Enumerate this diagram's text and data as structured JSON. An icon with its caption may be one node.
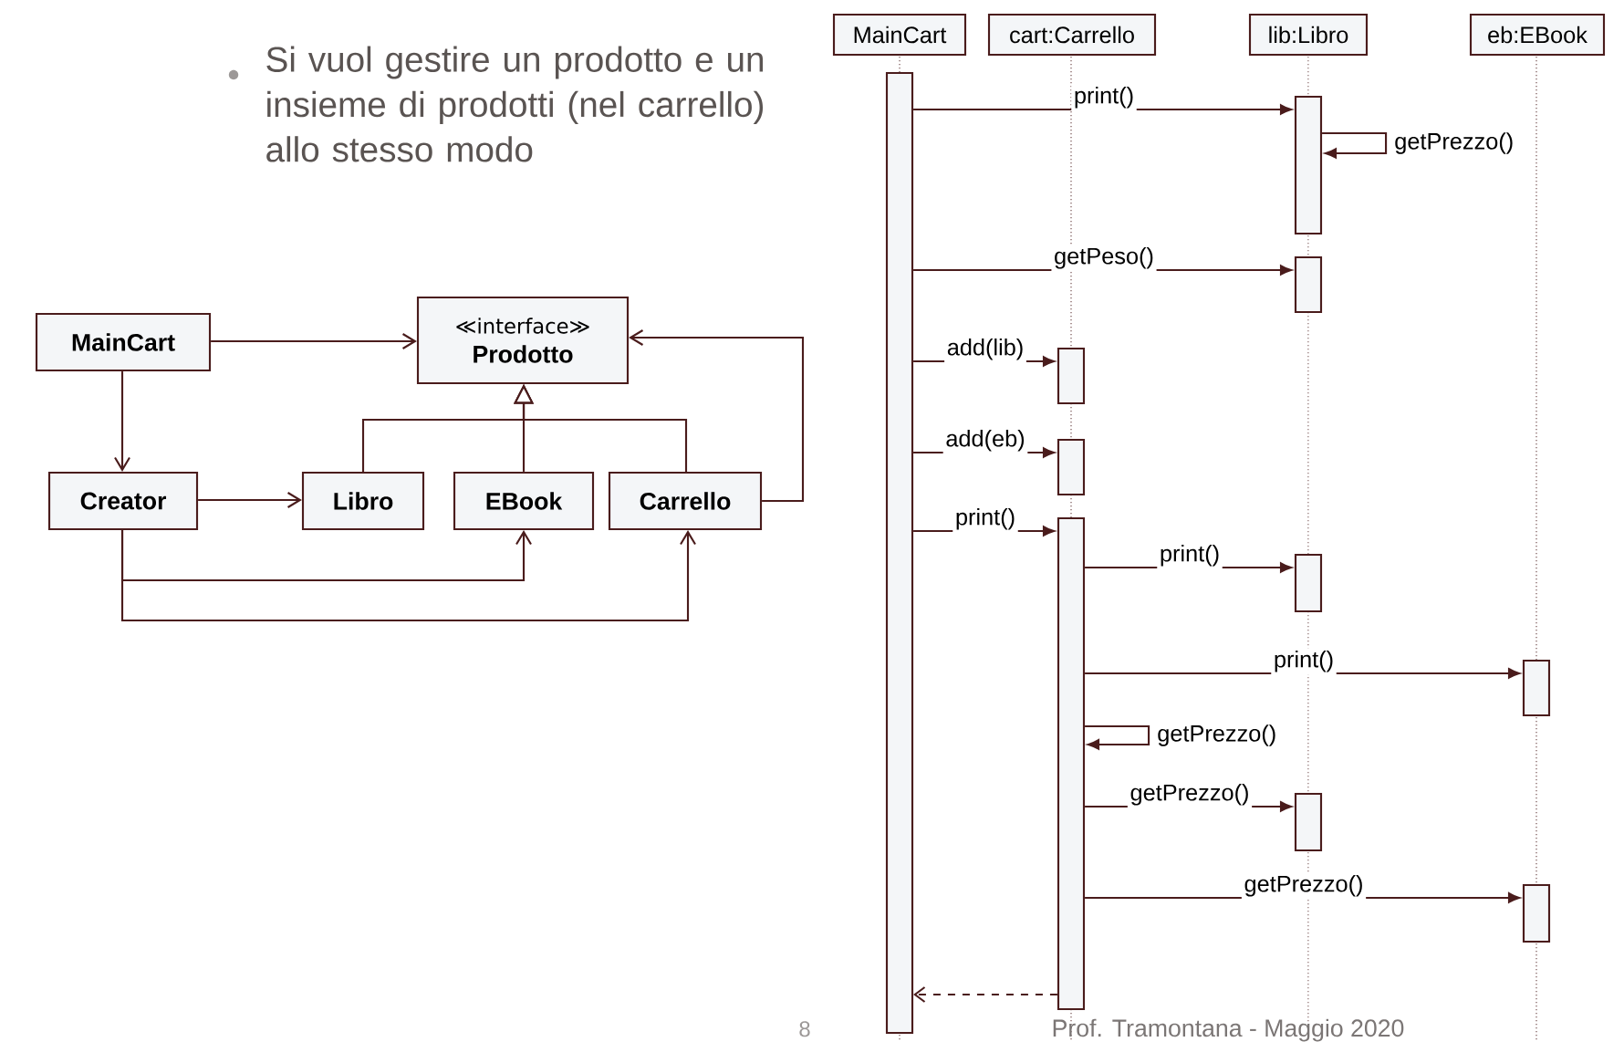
{
  "diagram": {
    "nodes": [
      {
        "text": [
          "MainCart"
        ]
      },
      {
        "text": [
          "≪interface≫",
          "Prodotto"
        ]
      },
      {
        "text": [
          "Creator"
        ]
      },
      {
        "text": [
          "Libro"
        ]
      },
      {
        "text": [
          "EBook"
        ]
      },
      {
        "text": [
          "Carrello"
        ]
      },
      {
        "text": [
          "MainCart"
        ]
      },
      {
        "text": [
          "cart:Carrello"
        ]
      },
      {
        "text": [
          "lib:Libro"
        ]
      },
      {
        "text": [
          "eb:EBook"
        ]
      },
      {
        "text": [],
        "shape": "bar"
      },
      {
        "text": [],
        "shape": "bar"
      },
      {
        "text": [],
        "shape": "bar"
      },
      {
        "text": [],
        "shape": "bar"
      },
      {
        "text": [],
        "shape": "bar"
      },
      {
        "text": [],
        "shape": "bar"
      },
      {
        "text": [],
        "shape": "bar"
      },
      {
        "text": [],
        "shape": "bar"
      },
      {
        "text": [],
        "shape": "bar"
      },
      {
        "text": [],
        "shape": "bar"
      }
    ],
    "edges": [
      {
        "from": 0,
        "to": 1,
        "arrow": "to"
      },
      {
        "from": 0,
        "to": 2,
        "arrow": "to"
      },
      {
        "from": 2,
        "to": 3,
        "arrow": "to"
      },
      {
        "from": 2,
        "to": 4,
        "arrow": "to"
      },
      {
        "from": 2,
        "to": 5,
        "arrow": "to"
      },
      {
        "from": 5,
        "to": 1,
        "arrow": "to"
      },
      {
        "from": 3,
        "to": 1,
        "arrow": "to"
      },
      {
        "from": 4,
        "to": 1,
        "arrow": "to"
      },
      {
        "from": 5,
        "to": 1,
        "arrow": "to"
      },
      {
        "from": 10,
        "to": 11,
        "arrow": "to",
        "label": "print()"
      },
      {
        "from": 11,
        "to": 11,
        "arrow": "to",
        "label": "getPrezzo()"
      },
      {
        "from": 10,
        "to": 12,
        "arrow": "to",
        "label": "getPeso()"
      },
      {
        "from": 10,
        "to": 13,
        "arrow": "to",
        "label": "add(lib)"
      },
      {
        "from": 10,
        "to": 14,
        "arrow": "to",
        "label": "add(eb)"
      },
      {
        "from": 10,
        "to": 15,
        "arrow": "to",
        "label": "print()"
      },
      {
        "from": 15,
        "to": 16,
        "arrow": "to",
        "label": "print()"
      },
      {
        "from": 15,
        "to": 17,
        "arrow": "to",
        "label": "print()"
      },
      {
        "from": 15,
        "to": 15,
        "arrow": "to",
        "label": "getPrezzo()"
      },
      {
        "from": 15,
        "to": 18,
        "arrow": "to",
        "label": "getPrezzo()"
      },
      {
        "from": 15,
        "to": 19,
        "arrow": "to",
        "label": "getPrezzo()"
      },
      {
        "from": 15,
        "to": 10,
        "arrow": "to",
        "style": "dashed"
      }
    ],
    "labels": [
      "Si vuol gestire un prodotto e un insieme di prodotti (nel carrello) allo stesso modo",
      "8",
      "Prof. Tramontana - Maggio 2020"
    ]
  }
}
